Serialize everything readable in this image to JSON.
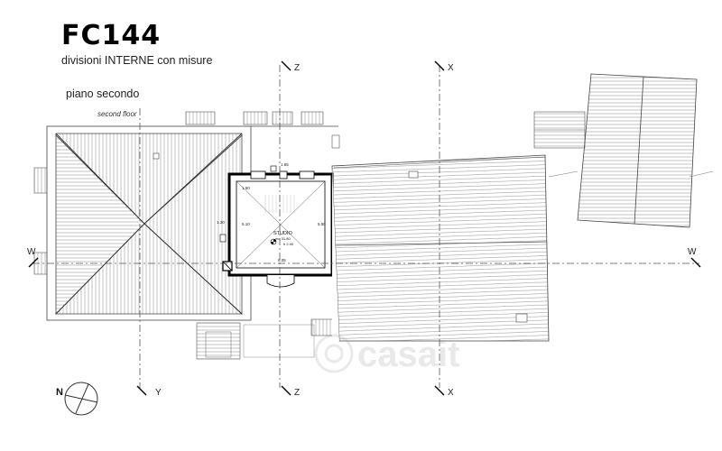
{
  "header": {
    "code": "FC144",
    "subtitle": "divisioni INTERNE con misure",
    "floor_it": "piano secondo",
    "floor_en": "second floor"
  },
  "section_marks": {
    "y": "Y",
    "z": "Z",
    "x": "X",
    "w": "W"
  },
  "room": {
    "name": "STUDIO",
    "area": "mq 31.80",
    "height": "h 2.90",
    "dims": {
      "top_left": "1.50",
      "top_mid": "1.65",
      "left": "5.10",
      "left_small": "1.30",
      "right": "5.50",
      "bottom": "6.05"
    }
  },
  "north": {
    "label": "N"
  },
  "watermark": "casait",
  "colors": {
    "line": "#333333",
    "roof_hatch": "#9a9a9a",
    "wall": "#000000",
    "axis": "#555555"
  }
}
